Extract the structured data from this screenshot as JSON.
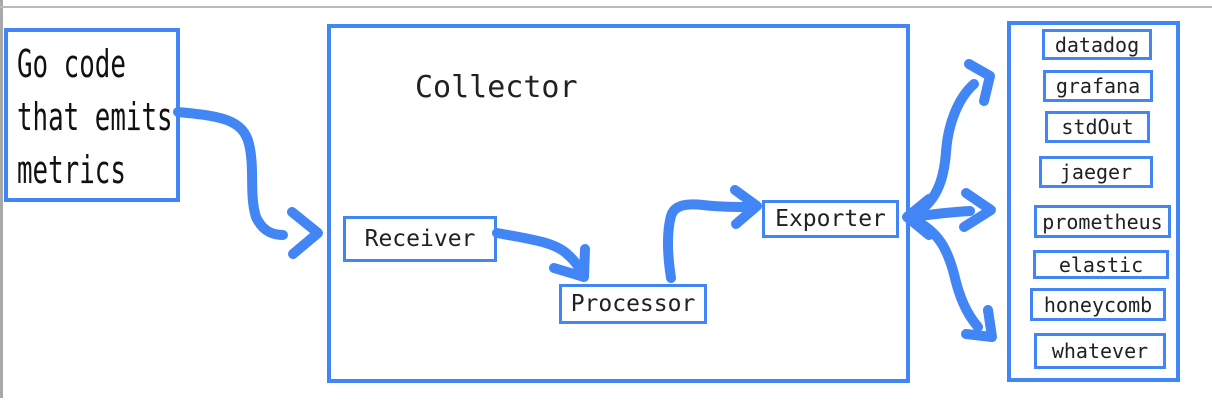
{
  "colors": {
    "accent": "#4285f4",
    "ink": "#202124",
    "note_ink": "#111111",
    "frame_gray": "#a8a8a8",
    "background": "#ffffff"
  },
  "source_note": {
    "lines": [
      "Go code",
      "that emits",
      "metrics"
    ]
  },
  "collector": {
    "title": "Collector",
    "components": {
      "receiver": {
        "label": "Receiver"
      },
      "processor": {
        "label": "Processor"
      },
      "exporter": {
        "label": "Exporter"
      }
    }
  },
  "destinations": {
    "items": [
      "datadog",
      "grafana",
      "stdOut",
      "jaeger",
      "prometheus",
      "elastic",
      "honeycomb",
      "whatever"
    ]
  },
  "flows": [
    {
      "from": "source-note",
      "to": "receiver"
    },
    {
      "from": "receiver",
      "to": "processor"
    },
    {
      "from": "processor",
      "to": "exporter"
    },
    {
      "from": "exporter",
      "to": "destinations-top-group"
    },
    {
      "from": "exporter",
      "to": "destinations-middle-group"
    },
    {
      "from": "exporter",
      "to": "destinations-bottom-group"
    }
  ]
}
